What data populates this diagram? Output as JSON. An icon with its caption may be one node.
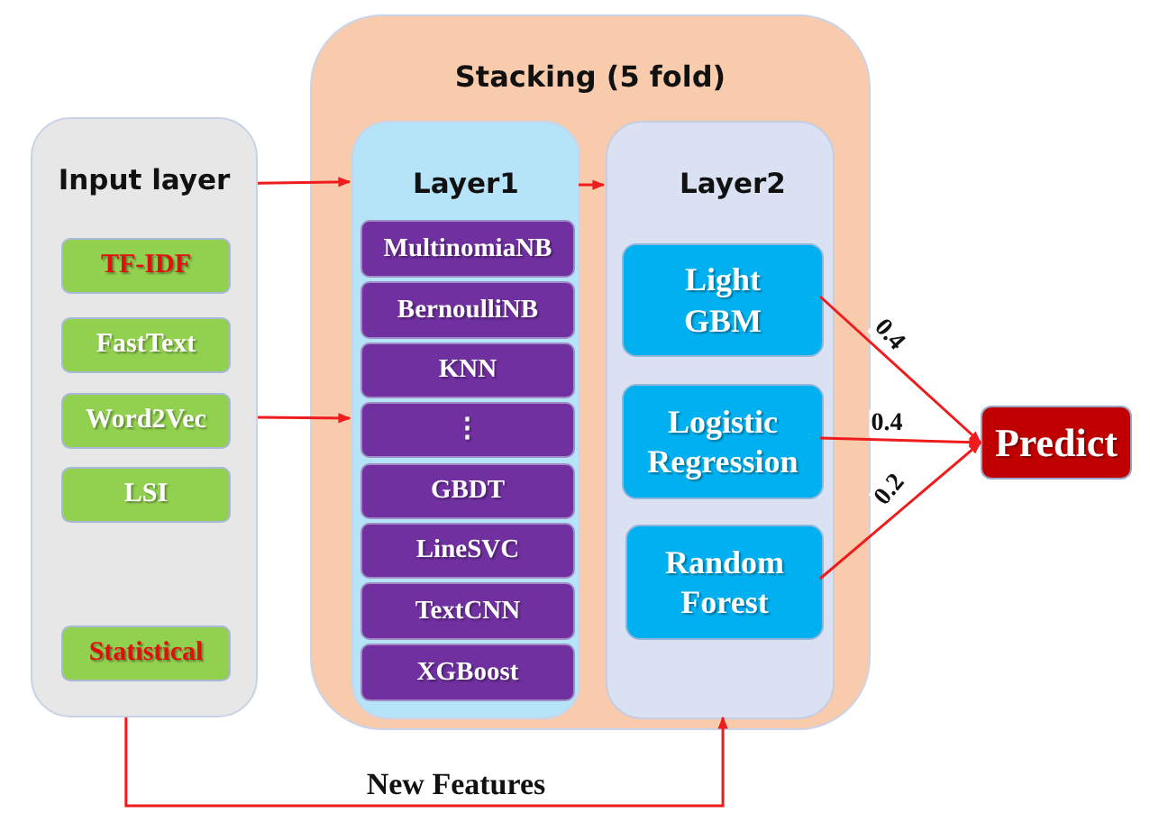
{
  "diagram": {
    "nodes": [
      {
        "text": [
          "Input layer"
        ]
      },
      {
        "text": [
          "TF-IDF"
        ],
        "in": 0
      },
      {
        "text": [
          "FastText"
        ],
        "in": 0
      },
      {
        "text": [
          "Word2Vec"
        ],
        "in": 0
      },
      {
        "text": [
          "LSI"
        ],
        "in": 0
      },
      {
        "text": [
          "Statistical"
        ],
        "in": 0
      },
      {
        "text": [
          "Stacking (5 fold)"
        ]
      },
      {
        "text": [
          "Layer1"
        ],
        "in": 6
      },
      {
        "text": [
          "MultinomiaNB"
        ],
        "in": 7
      },
      {
        "text": [
          "BernoulliNB"
        ],
        "in": 7
      },
      {
        "text": [
          "KNN"
        ],
        "in": 7
      },
      {
        "text": [
          "⋮"
        ],
        "in": 7
      },
      {
        "text": [
          "GBDT"
        ],
        "in": 7
      },
      {
        "text": [
          "LineSVC"
        ],
        "in": 7
      },
      {
        "text": [
          "TextCNN"
        ],
        "in": 7
      },
      {
        "text": [
          "XGBoost"
        ],
        "in": 7
      },
      {
        "text": [
          "Layer2"
        ],
        "in": 6
      },
      {
        "text": [
          "Light GBM"
        ],
        "in": 16
      },
      {
        "text": [
          "Logistic Regression"
        ],
        "in": 16
      },
      {
        "text": [
          "Random Forest"
        ],
        "in": 16
      },
      {
        "text": [
          "Predict"
        ]
      }
    ],
    "edges": [
      {
        "from": 0,
        "to": 7,
        "arrow": "to"
      },
      {
        "from": 0,
        "to": 7,
        "arrow": "to"
      },
      {
        "from": 7,
        "to": 16,
        "arrow": "to"
      },
      {
        "from": 17,
        "to": 20,
        "arrow": "to",
        "label": "0.4"
      },
      {
        "from": 18,
        "to": 20,
        "arrow": "to",
        "label": "0.4"
      },
      {
        "from": 19,
        "to": 20,
        "arrow": "to",
        "label": "0.2"
      },
      {
        "from": 0,
        "to": 16,
        "arrow": "to",
        "label": "New Features"
      }
    ]
  }
}
